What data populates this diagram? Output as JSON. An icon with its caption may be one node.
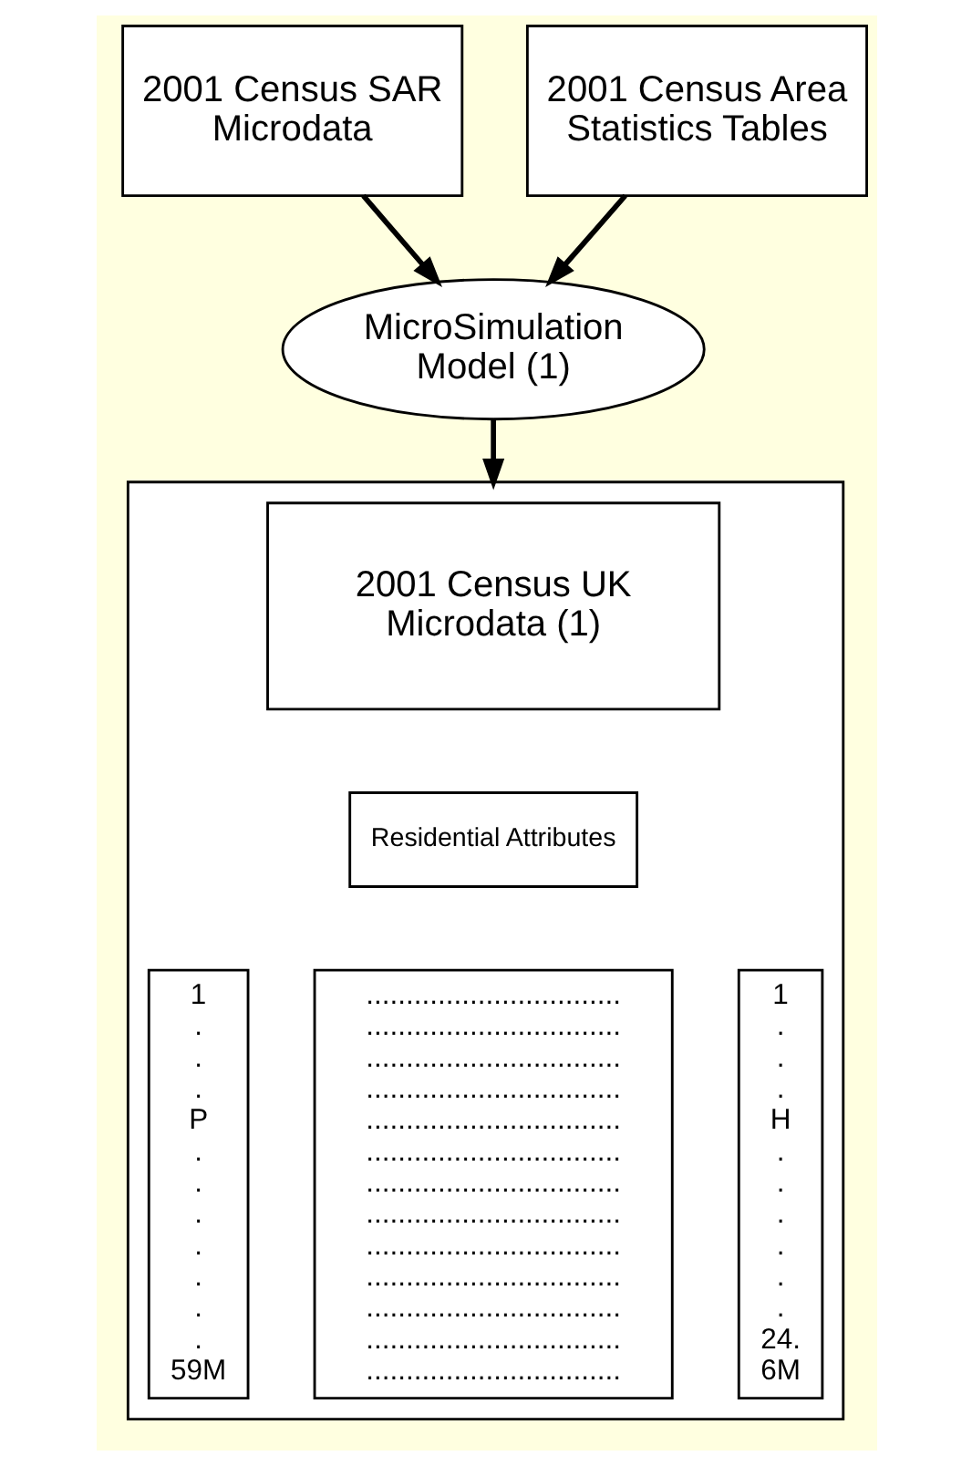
{
  "diagram": {
    "nodes": [
      {
        "text": [
          "2001 Census SAR Microdata"
        ]
      },
      {
        "text": [
          "2001 Census Area Statistics Tables"
        ]
      },
      {
        "text": [
          "MicroSimulation Model (1)"
        ]
      },
      {
        "text": [],
        "shape": "box"
      },
      {
        "text": [
          "2001 Census UK Microdata (1)"
        ],
        "in": 3
      },
      {
        "text": [
          "Residential Attributes"
        ],
        "in": 3
      },
      {
        "text": [
          "1 . . . P . . . . . . . 59M"
        ],
        "in": 3
      },
      {
        "text": [
          "................................ ................................ ................................ ................................ ................................ ................................ ................................ ................................ ................................ ................................ ................................ ................................ ................................"
        ],
        "in": 3
      },
      {
        "text": [
          "1 . . . H . . . . . . 24. 6M"
        ],
        "in": 3
      }
    ],
    "edges": [
      {
        "from": 0,
        "to": 2,
        "arrow": "to"
      },
      {
        "from": 1,
        "to": 2,
        "arrow": "to"
      },
      {
        "from": 2,
        "to": 3,
        "arrow": "to"
      }
    ]
  }
}
